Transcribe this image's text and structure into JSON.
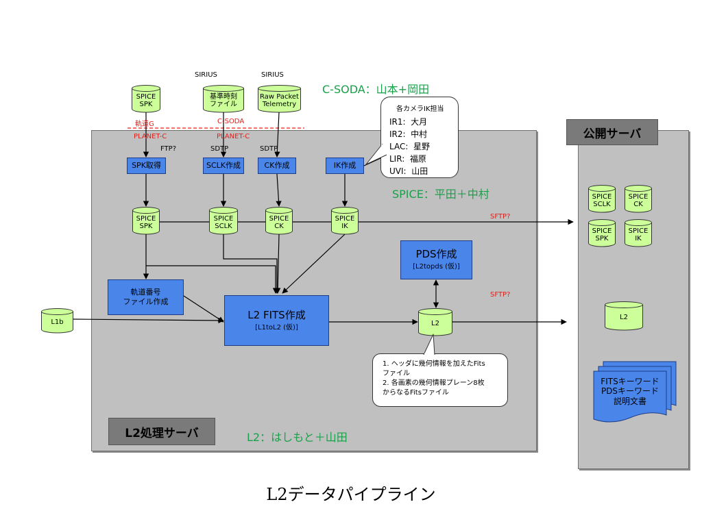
{
  "title": "L2データパイプライン",
  "panels": {
    "l2_server_label": "L2処理サーバ",
    "public_server_label": "公開サーバ"
  },
  "team_labels": {
    "csoda": "C-SODA：山本+岡田",
    "spice": "SPICE：平田＋中村",
    "l2": "L2：はしもと＋山田"
  },
  "top_labels": {
    "sirius_1": "SIRIUS",
    "sirius_2": "SIRIUS"
  },
  "org_labels": {
    "orbit_g": "軌道G",
    "csoda": "C-SODA",
    "planet_c_1": "PLANET-C",
    "planet_c_2": "PLANET-C"
  },
  "protocols": {
    "ftp": "FTP?",
    "sdtp_1": "SDTP",
    "sdtp_2": "SDTP",
    "sftp_1": "SFTP?",
    "sftp_2": "SFTP?"
  },
  "sources": {
    "spice_spk": [
      "SPICE",
      "SPK"
    ],
    "ref_time_file": [
      "基準時刻",
      "ファイル"
    ],
    "raw_packet": [
      "Raw Packet",
      "Telemetry"
    ]
  },
  "processes": {
    "spk_get": "SPK取得",
    "sclk_make": "SCLK作成",
    "ck_make": "CK作成",
    "ik_make": "IK作成",
    "orbit_number": [
      "軌道番号",
      "ファイル作成"
    ],
    "l2_fits_title": "L2 FITS作成",
    "l2_fits_sub": "[L1toL2 (仮)]",
    "pds_title": "PDS作成",
    "pds_sub": "[L2topds (仮)]"
  },
  "kernels": {
    "spk": [
      "SPICE",
      "SPK"
    ],
    "sclk": [
      "SPICE",
      "SCLK"
    ],
    "ck": [
      "SPICE",
      "CK"
    ],
    "ik": [
      "SPICE",
      "IK"
    ]
  },
  "data_stores": {
    "l1b": "L1b",
    "l2": "L2"
  },
  "public": {
    "sclk": [
      "SPICE",
      "SCLK"
    ],
    "ck": [
      "SPICE",
      "CK"
    ],
    "spk": [
      "SPICE",
      "SPK"
    ],
    "ik": [
      "SPICE",
      "IK"
    ],
    "l2": "L2",
    "docs": [
      "FITSキーワード",
      "PDSキーワード",
      "説明文書"
    ]
  },
  "ik_assignments": {
    "heading": "各カメラIK担当",
    "rows": [
      "IR1:  大月",
      "IR2:  中村",
      "LAC:  星野",
      "LIR:  福原",
      "UVI:  山田"
    ]
  },
  "l2_note": {
    "lines": [
      "1. ヘッダに幾何情報を加えたFits",
      "ファイル",
      "2. 各画素の幾何情報プレーン8枚",
      "からなるFitsファイル"
    ]
  },
  "colors": {
    "cylinder_fill": "#ccff99",
    "process_fill": "#4a86ea",
    "panel_fill": "#c0c0c0",
    "team_label": "#1aa04a",
    "org_label": "#e0201b"
  }
}
